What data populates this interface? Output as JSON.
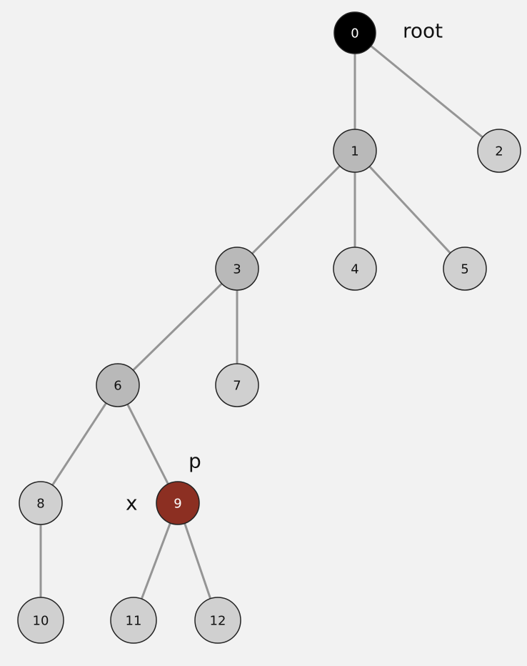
{
  "colors": {
    "background": "#f2f2f2",
    "edge": "#959595",
    "root_fill": "#000000",
    "path_fill": "#b9b9b9",
    "leaf_fill": "#d0d0d0",
    "highlight_fill": "#8c2f22",
    "node_stroke": "#222222"
  },
  "nodes": [
    {
      "id": 0,
      "label": "0",
      "state": "root"
    },
    {
      "id": 1,
      "label": "1",
      "state": "path"
    },
    {
      "id": 2,
      "label": "2",
      "state": "leaf"
    },
    {
      "id": 3,
      "label": "3",
      "state": "path"
    },
    {
      "id": 4,
      "label": "4",
      "state": "leaf"
    },
    {
      "id": 5,
      "label": "5",
      "state": "leaf"
    },
    {
      "id": 6,
      "label": "6",
      "state": "path"
    },
    {
      "id": 7,
      "label": "7",
      "state": "leaf"
    },
    {
      "id": 8,
      "label": "8",
      "state": "leaf"
    },
    {
      "id": 9,
      "label": "9",
      "state": "highlight"
    },
    {
      "id": 10,
      "label": "10",
      "state": "leaf"
    },
    {
      "id": 11,
      "label": "11",
      "state": "leaf"
    },
    {
      "id": 12,
      "label": "12",
      "state": "leaf"
    }
  ],
  "edges": [
    [
      0,
      1
    ],
    [
      0,
      2
    ],
    [
      1,
      3
    ],
    [
      1,
      4
    ],
    [
      1,
      5
    ],
    [
      3,
      6
    ],
    [
      3,
      7
    ],
    [
      6,
      8
    ],
    [
      6,
      9
    ],
    [
      8,
      10
    ],
    [
      9,
      11
    ],
    [
      9,
      12
    ]
  ],
  "annotations": {
    "root": "root",
    "p": "p",
    "x": "x"
  }
}
